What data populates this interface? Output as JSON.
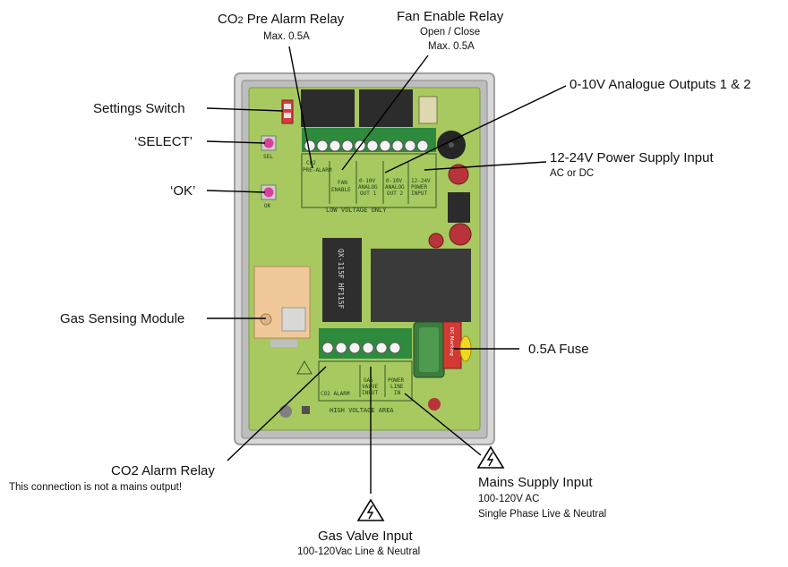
{
  "labels": {
    "co2_pre_alarm_title_a": "CO",
    "co2_pre_alarm_title_sub": "2",
    "co2_pre_alarm_title_b": " Pre Alarm Relay",
    "co2_pre_alarm_sub": "Max. 0.5A",
    "fan_enable_title": "Fan Enable Relay",
    "fan_enable_sub1": "Open / Close",
    "fan_enable_sub2": "Max. 0.5A",
    "analogue_outputs": "0-10V Analogue Outputs 1 & 2",
    "power_supply_title": "12-24V Power Supply Input",
    "power_supply_sub": "AC or DC",
    "settings_switch": "Settings Switch",
    "select": "‘SELECT’",
    "ok": "‘OK’",
    "gas_sensing_module": "Gas Sensing Module",
    "fuse": "0.5A Fuse",
    "co2_alarm_title": "CO2 Alarm Relay",
    "co2_alarm_sub": "This connection is not a mains output!",
    "mains_title": "Mains Supply Input",
    "mains_sub1": "100-120V AC",
    "mains_sub2": "Single Phase Live & Neutral",
    "gas_valve_title": "Gas Valve Input",
    "gas_valve_sub": "100-120Vac Line & Neutral"
  },
  "board_text": {
    "low_voltage": "LOW VOLTAGE ONLY",
    "high_voltage": "HIGH VOLTAGE AREA",
    "co2_pre_alarm": [
      "CO2",
      "PRE-ALARM"
    ],
    "fan_enable": [
      "FAN",
      "ENABLE"
    ],
    "analog_out_1": [
      "0-10V",
      "ANALOG",
      "OUT 1"
    ],
    "analog_out_2": [
      "0-10V",
      "ANALOG",
      "OUT 2"
    ],
    "power_input": [
      "12-24V",
      "POWER",
      "INPUT"
    ],
    "co2_alarm": "CO2 ALARM",
    "gas_valve_input": [
      "GAS",
      "VALVE",
      "INPUT"
    ],
    "power_line_in": [
      "POWER",
      "LINE",
      "IN"
    ],
    "relay_marking": "QX-115F HF115F",
    "fuse_marking": "DC Marking",
    "sel": "SEL",
    "ok": "OK"
  },
  "colors": {
    "pcb": "#a7c95f",
    "enclosure": "#d4d4d4",
    "terminal_green": "#2e8b3d",
    "relay_black": "#2a2a2a",
    "button_pink": "#d6429a",
    "switch_red": "#d93b3b",
    "sensor_beige": "#f0c89a",
    "capacitor_red": "#b8343a"
  }
}
